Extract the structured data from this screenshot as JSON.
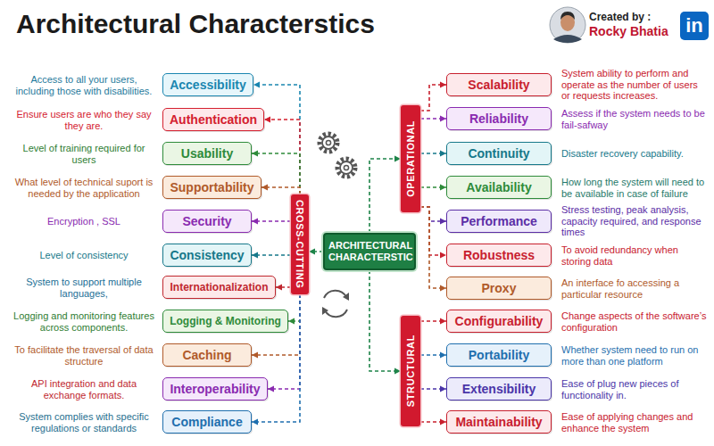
{
  "diagram": {
    "title": "Architectural Characterstics",
    "nodes": [
      {
        "text": [
          "ARCHITECTURAL CHARACTERSTIC"
        ]
      },
      {
        "text": [
          "CROSS-CUTTING"
        ]
      },
      {
        "text": [
          "OPERATIONAL"
        ]
      },
      {
        "text": [
          "STRUCTURAL"
        ]
      },
      {
        "text": [
          "Accessibility",
          "Access to all your users, including those with disabilities."
        ]
      },
      {
        "text": [
          "Authentication",
          "Ensure users are who they say they are."
        ]
      },
      {
        "text": [
          "Usability",
          "Level of training required for users"
        ]
      },
      {
        "text": [
          "Supportability",
          "What level of technical suport is needed by the application"
        ]
      },
      {
        "text": [
          "Security",
          "Encryption , SSL"
        ]
      },
      {
        "text": [
          "Consistency",
          "Level of consistency"
        ]
      },
      {
        "text": [
          "Internationalization",
          "System to support multiple languages,"
        ]
      },
      {
        "text": [
          "Logging & Monitoring",
          "Logging and monitoring features across components."
        ]
      },
      {
        "text": [
          "Caching",
          "To facilitate the traversal of data structure"
        ]
      },
      {
        "text": [
          "Interoperability",
          "API integration and data exchange formats."
        ]
      },
      {
        "text": [
          "Compliance",
          "System complies with specific regulations or standards"
        ]
      },
      {
        "text": [
          "Scalability",
          "System ability to perform and operate as the number of users or requests increases."
        ]
      },
      {
        "text": [
          "Reliability",
          "Assess if the system needs to be fail-safway"
        ]
      },
      {
        "text": [
          "Continuity",
          "Disaster recovery capability."
        ]
      },
      {
        "text": [
          "Availability",
          "How long the system will need to be available in case of failure"
        ]
      },
      {
        "text": [
          "Performance",
          "Stress testing, peak analysis, capacity required, and response times"
        ]
      },
      {
        "text": [
          "Robustness",
          "To avoid redundancy when storing data"
        ]
      },
      {
        "text": [
          "Proxy",
          "An interface fo accessing a particular resource"
        ]
      },
      {
        "text": [
          "Configurability",
          "Change aspects of the software’s configuration"
        ]
      },
      {
        "text": [
          "Portability",
          "Whether system need to run on more than one platform"
        ]
      },
      {
        "text": [
          "Extensibility",
          "Ease of plug new pieces of functionality in."
        ]
      },
      {
        "text": [
          "Maintainability",
          "Ease of applying changes and enhance the system"
        ]
      }
    ],
    "edges": [
      {
        "from": 0,
        "to": 1,
        "arrow": "to"
      },
      {
        "from": 0,
        "to": 2,
        "arrow": "to"
      },
      {
        "from": 0,
        "to": 3,
        "arrow": "to"
      },
      {
        "from": 1,
        "to": 4,
        "arrow": "to"
      },
      {
        "from": 1,
        "to": 5,
        "arrow": "to"
      },
      {
        "from": 1,
        "to": 6,
        "arrow": "to"
      },
      {
        "from": 1,
        "to": 7,
        "arrow": "to"
      },
      {
        "from": 1,
        "to": 8,
        "arrow": "to"
      },
      {
        "from": 1,
        "to": 9,
        "arrow": "to"
      },
      {
        "from": 1,
        "to": 10,
        "arrow": "to"
      },
      {
        "from": 1,
        "to": 11,
        "arrow": "to"
      },
      {
        "from": 1,
        "to": 12,
        "arrow": "to"
      },
      {
        "from": 1,
        "to": 13,
        "arrow": "to"
      },
      {
        "from": 1,
        "to": 14,
        "arrow": "to"
      },
      {
        "from": 2,
        "to": 15,
        "arrow": "to"
      },
      {
        "from": 2,
        "to": 16,
        "arrow": "to"
      },
      {
        "from": 2,
        "to": 17,
        "arrow": "to"
      },
      {
        "from": 2,
        "to": 18,
        "arrow": "to"
      },
      {
        "from": 2,
        "to": 19,
        "arrow": "to"
      },
      {
        "from": 2,
        "to": 20,
        "arrow": "to"
      },
      {
        "from": 2,
        "to": 21,
        "arrow": "to"
      },
      {
        "from": 3,
        "to": 22,
        "arrow": "to"
      },
      {
        "from": 3,
        "to": 23,
        "arrow": "to"
      },
      {
        "from": 3,
        "to": 24,
        "arrow": "to"
      },
      {
        "from": 3,
        "to": 25,
        "arrow": "to"
      }
    ],
    "labels": [
      "Created by :",
      "Rocky Bhatia",
      "in"
    ]
  }
}
